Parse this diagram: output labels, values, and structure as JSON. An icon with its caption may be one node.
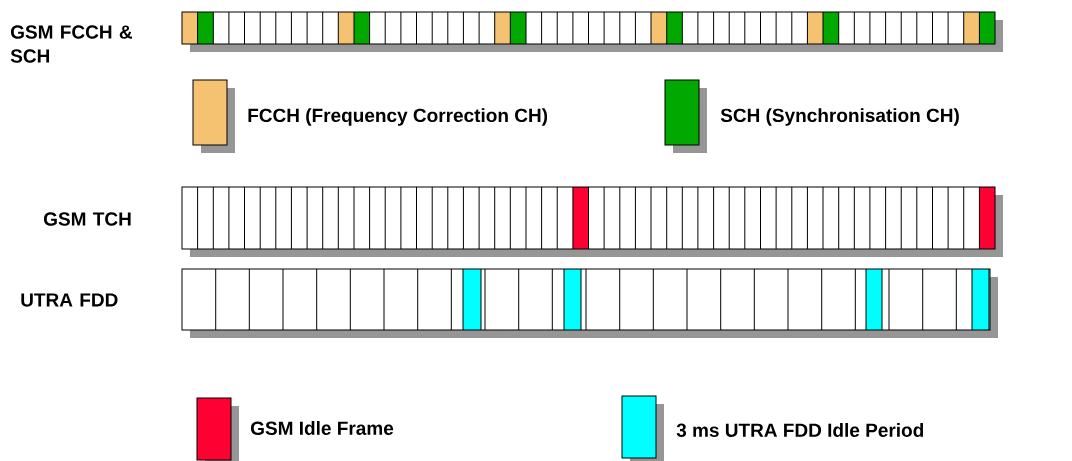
{
  "diagram": {
    "labels": [
      "GSM FCCH & SCH",
      "GSM TCH",
      "UTRA FDD"
    ],
    "legend": [
      {
        "text": "FCCH (Frequency Correction CH)",
        "color": "#f5c272"
      },
      {
        "text": "SCH (Synchronisation CH)",
        "color": "#00a800"
      },
      {
        "text": "GSM Idle Frame",
        "color": "#ff0033"
      },
      {
        "text": "3 ms UTRA FDD Idle Period",
        "color": "#00ffff"
      }
    ]
  }
}
